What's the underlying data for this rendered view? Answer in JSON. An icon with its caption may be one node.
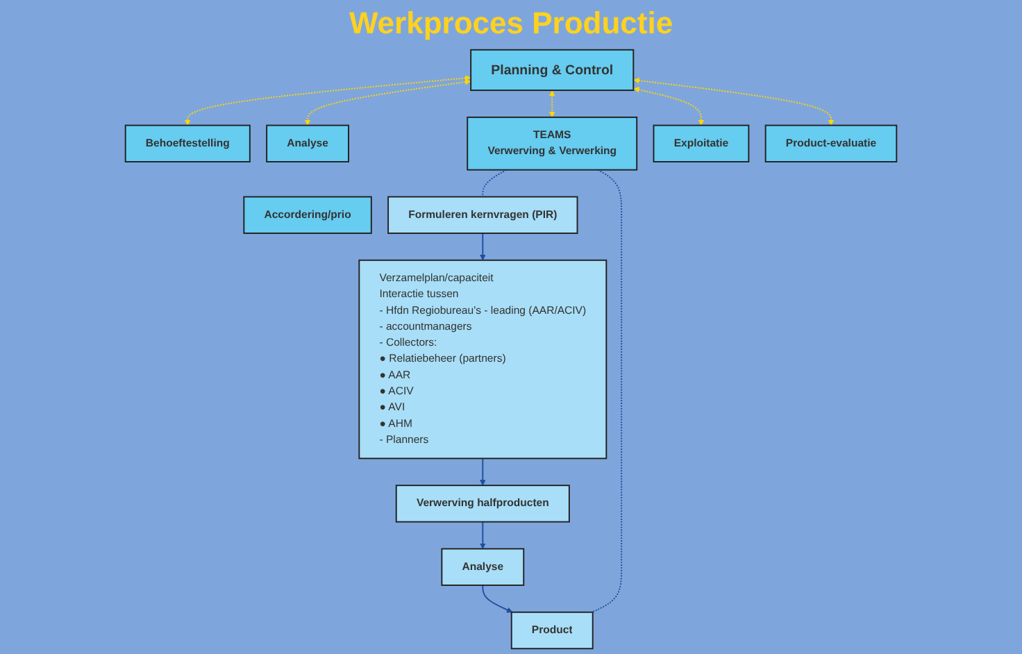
{
  "diagram": {
    "title": "Werkproces Productie",
    "nodes": [
      {
        "text": [
          "Planning & Control"
        ]
      },
      {
        "text": [
          "Behoeftestelling"
        ]
      },
      {
        "text": [
          "Analyse"
        ]
      },
      {
        "text": [
          "Accordering/prio"
        ]
      },
      {
        "text": [
          "TEAMS",
          "Verwerving & Verwerking"
        ]
      },
      {
        "text": [
          "Exploitatie"
        ]
      },
      {
        "text": [
          "Product-evaluatie"
        ]
      },
      {
        "text": [
          "Formuleren kernvragen (PIR)"
        ]
      },
      {
        "text": [
          "Verzamelplan/capaciteit",
          "Interactie tussen",
          "- Hfdn Regiobureau’s - leading (AAR/ACIV)",
          "- accountmanagers",
          "- Collectors:",
          "● Relatiebeheer (partners)",
          "● AAR",
          "● ACIV",
          "● AVI",
          "● AHM",
          "- Planners"
        ]
      },
      {
        "text": [
          "Verwerving halfproducten"
        ]
      },
      {
        "text": [
          "Analyse"
        ]
      },
      {
        "text": [
          "Product"
        ]
      }
    ],
    "edges": [
      {
        "from": 0,
        "to": 1,
        "arrow": "both",
        "style": "dashed",
        "color": "#ffd700"
      },
      {
        "from": 0,
        "to": 2,
        "arrow": "both",
        "style": "dashed",
        "color": "#ffd700"
      },
      {
        "from": 0,
        "to": 4,
        "arrow": "both",
        "style": "dashed",
        "color": "#ffd700"
      },
      {
        "from": 0,
        "to": 5,
        "arrow": "both",
        "style": "dashed",
        "color": "#ffd700"
      },
      {
        "from": 0,
        "to": 6,
        "arrow": "both",
        "style": "dashed",
        "color": "#ffd700"
      },
      {
        "from": 7,
        "to": 8,
        "arrow": "to"
      },
      {
        "from": 8,
        "to": 9,
        "arrow": "to"
      },
      {
        "from": 9,
        "to": 10,
        "arrow": "to"
      },
      {
        "from": 10,
        "to": 11,
        "arrow": "to"
      },
      {
        "from": 4,
        "to": 7,
        "arrow": "none",
        "style": "dashed"
      },
      {
        "from": 4,
        "to": 11,
        "arrow": "none",
        "style": "dashed"
      }
    ]
  }
}
